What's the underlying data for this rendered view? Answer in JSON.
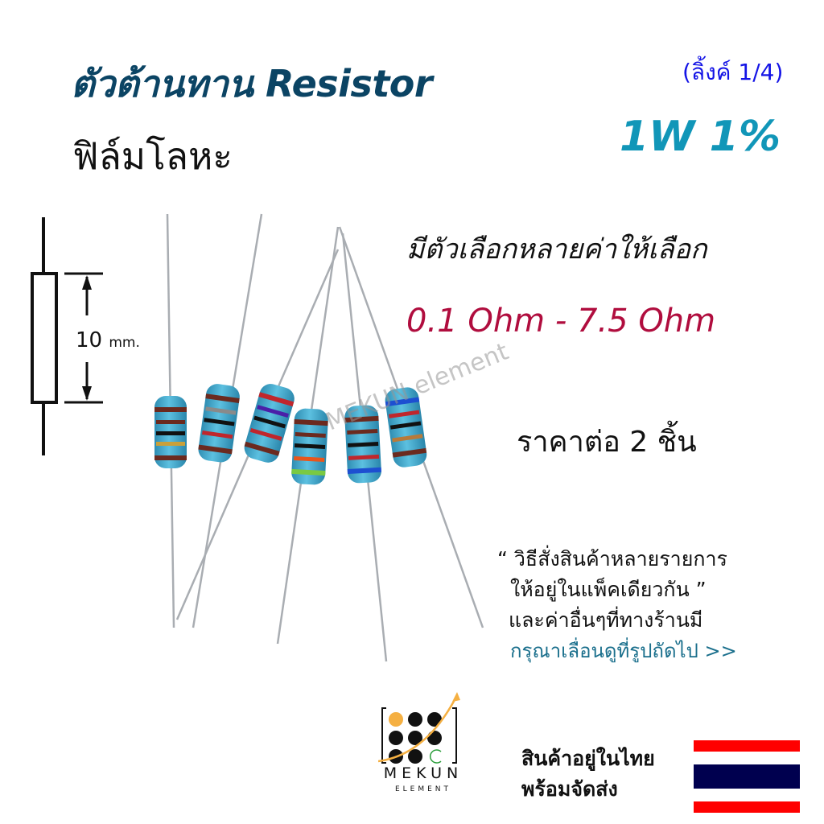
{
  "header": {
    "title": "ตัวต้านทาน Resistor",
    "link_label": "(ลิ้งค์ 1/4)",
    "subtitle": "ฟิล์มโลหะ",
    "spec": "1W 1%"
  },
  "info": {
    "options_text": "มีตัวเลือกหลายค่าให้เลือก",
    "range_text": "0.1 Ohm - 7.5 Ohm",
    "price_text": "ราคาต่อ 2 ชิ้น"
  },
  "dimension": {
    "value": "10",
    "unit": "mm."
  },
  "note": {
    "line1": "“ วิธีสั่งสินค้าหลายรายการ",
    "line2": "ให้อยู่ในแพ็คเดียวกัน ”",
    "line3": "และค่าอื่นๆที่ทางร้านมี",
    "line4": "กรุณาเลื่อนดูที่รูปถัดไป >>"
  },
  "shipping": {
    "line1": "สินค้าอยู่ในไทย",
    "line2": "พร้อมจัดส่ง"
  },
  "brand": {
    "name": "MEKUN",
    "sub": "ELEMENT",
    "watermark": "MEKUN element"
  },
  "colors": {
    "title": "#0b4464",
    "link": "#1414e6",
    "spec": "#1196b8",
    "range": "#b00d3e",
    "note_link": "#1a6f8c",
    "resistor_body": "#3fa6c9",
    "flag_red": "#ff0000",
    "flag_blue": "#00004f",
    "logo_orange": "#f5b042",
    "logo_green": "#2a9d3a"
  },
  "resistors": [
    {
      "bands": [
        "#6b2a1f",
        "#6b2a1f",
        "#111111",
        "#c9a03a",
        "#6b2a1f"
      ]
    },
    {
      "bands": [
        "#6b2a1f",
        "#8a8a8a",
        "#111111",
        "#c0262c",
        "#6b2a1f"
      ]
    },
    {
      "bands": [
        "#c0262c",
        "#4a1fa8",
        "#111111",
        "#c0262c",
        "#6b2a1f"
      ]
    },
    {
      "bands": [
        "#6b2a1f",
        "#6b2a1f",
        "#111111",
        "#e8561c",
        "#7ac943"
      ]
    },
    {
      "bands": [
        "#6b2a1f",
        "#6b2a1f",
        "#111111",
        "#c0262c",
        "#1d4fd1"
      ]
    },
    {
      "bands": [
        "#1d4fd1",
        "#c0262c",
        "#111111",
        "#b87a3a",
        "#6b2a1f"
      ]
    }
  ]
}
